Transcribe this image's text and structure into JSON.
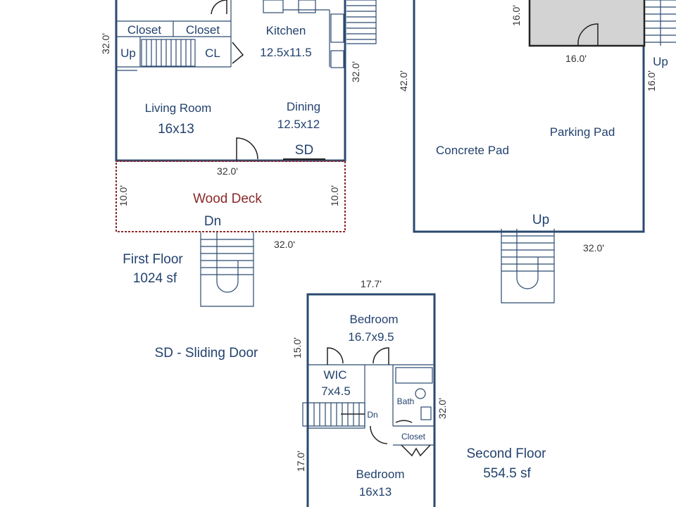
{
  "first_floor": {
    "rooms": {
      "closet_1": "Closet",
      "closet_2": "Closet",
      "up": "Up",
      "cl": "CL",
      "kitchen": "Kitchen",
      "kitchen_size": "12.5x11.5",
      "living": "Living Room",
      "living_size": "16x13",
      "dining": "Dining",
      "dining_size": "12.5x12",
      "sd": "SD",
      "deck": "Wood Deck",
      "dn": "Dn"
    },
    "dims": {
      "left": "32.0'",
      "right": "32.0'",
      "width": "32.0'",
      "deck_left": "10.0'",
      "deck_right": "10.0'",
      "deck_bottom": "32.0'"
    },
    "title": "First Floor",
    "area": "1024 sf"
  },
  "legend": "SD - Sliding Door",
  "garage": {
    "dims": {
      "garage_side": "16.0'",
      "garage_bottom": "16.0'",
      "left": "42.0'",
      "right": "16.0'",
      "bottom": "32.0'"
    },
    "up_right": "Up",
    "concrete": "Concrete Pad",
    "parking": "Parking Pad",
    "up_bottom": "Up"
  },
  "second_floor": {
    "rooms": {
      "bedroom_1": "Bedroom",
      "bedroom_1_size": "16.7x9.5",
      "wic": "WIC",
      "wic_size": "7x4.5",
      "bath": "Bath",
      "dn": "Dn",
      "closet": "Closet",
      "bedroom_2": "Bedroom",
      "bedroom_2_size": "16x13"
    },
    "dims": {
      "top": "17.7'",
      "left_upper": "15.0'",
      "left_lower": "17.0'",
      "right": "32.0'"
    },
    "title": "Second Floor",
    "area": "554.5 sf"
  }
}
